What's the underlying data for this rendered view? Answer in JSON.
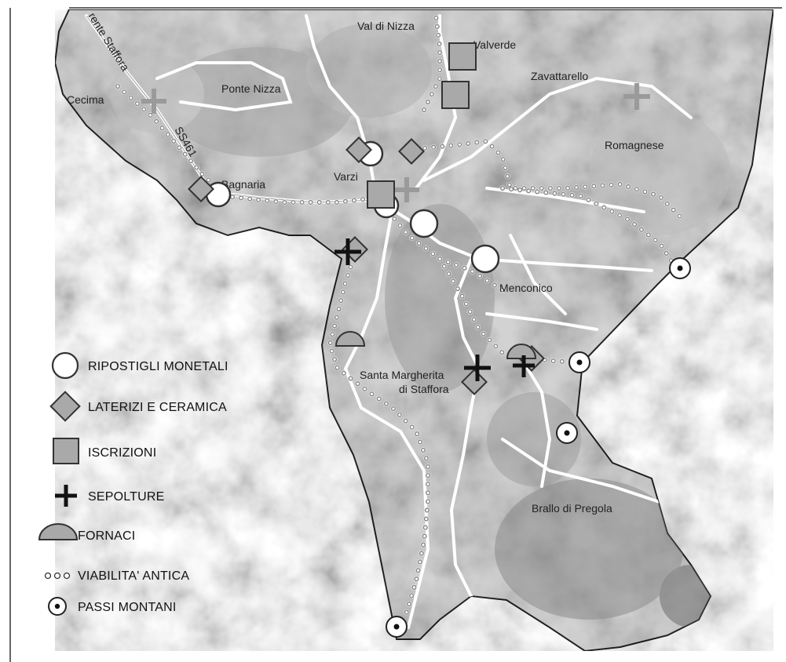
{
  "place_names": {
    "val_di_nizza": "Val di Nizza",
    "valverde": "Valverde",
    "zavattarello": "Zavattarello",
    "ponte_nizza": "Ponte Nizza",
    "cecima": "Cecima",
    "romagnese": "Romagnese",
    "bagnaria": "Bagnaria",
    "varzi": "Varzi",
    "menconico": "Menconico",
    "santa_margherita_1": "Santa Margherita",
    "santa_margherita_2": "di Staffora",
    "brallo": "Brallo di Pregola"
  },
  "road_labels": {
    "staffora": "rente Staffora",
    "ss461": "SS461"
  },
  "legend": {
    "ripostigli": "RIPOSTIGLI MONETALI",
    "laterizi": "LATERIZI E CERAMICA",
    "iscrizioni": "ISCRIZIONI",
    "sepolture": "SEPOLTURE",
    "fornaci": "FORNACI",
    "viabilita": "VIABILITA' ANTICA",
    "passi": "PASSI MONTANI"
  },
  "colors": {
    "terrain_light": "#e6e6e6",
    "terrain_mid": "#c4c4c4",
    "terrain_dark": "#8f8f8f",
    "road": "#ffffff",
    "symbol_fill": "#a9a9a9",
    "symbol_stroke": "#333333",
    "cross_dark": "#111111",
    "cross_light": "#9a9a9a"
  }
}
